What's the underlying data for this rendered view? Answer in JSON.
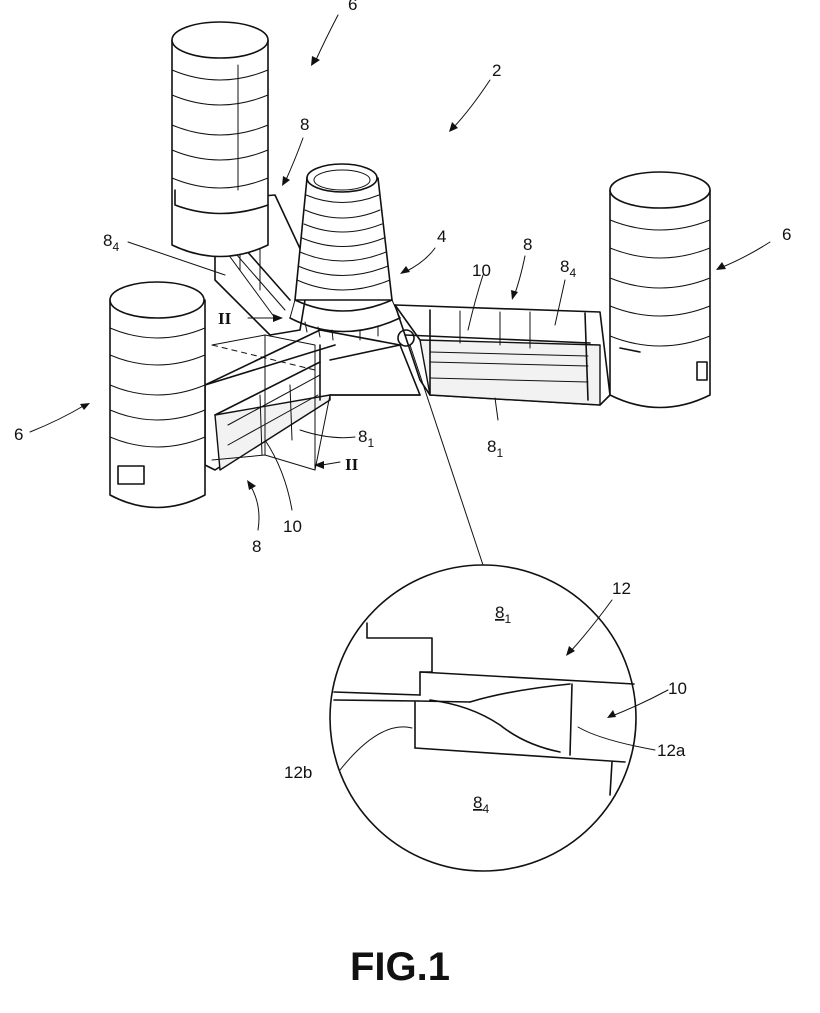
{
  "figure": {
    "caption": "FIG.1",
    "labels": {
      "platform": "2",
      "central_column": "4",
      "column_top_left": "6",
      "column_left": "6",
      "column_right": "6",
      "pontoon_top": "8",
      "pontoon_right": "8",
      "pontoon_bottom": "8",
      "part_8_4_left": "8",
      "part_8_4_left_sub": "4",
      "part_8_4_right": "8",
      "part_8_4_right_sub": "4",
      "part_8_1_left": "8",
      "part_8_1_left_sub": "1",
      "part_8_1_right": "8",
      "part_8_1_right_sub": "1",
      "joint_right": "10",
      "joint_bottom": "10",
      "section_marker_top": "II",
      "section_marker_bottom": "II"
    },
    "detail": {
      "label_12": "12",
      "label_10": "10",
      "label_12a": "12a",
      "label_12b": "12b",
      "part_top": "8",
      "part_top_sub": "1",
      "part_bottom": "8",
      "part_bottom_sub": "4"
    }
  }
}
